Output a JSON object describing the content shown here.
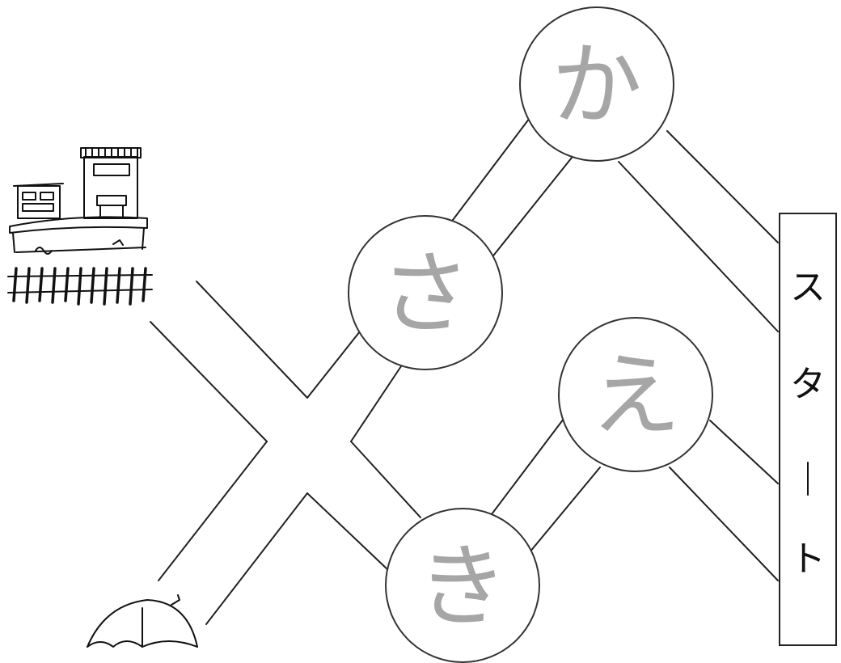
{
  "nodes": [
    {
      "id": "ka",
      "label": "か"
    },
    {
      "id": "sa",
      "label": "さ"
    },
    {
      "id": "e",
      "label": "え"
    },
    {
      "id": "ki",
      "label": "き"
    }
  ],
  "start": {
    "chars": [
      "ス",
      "タ",
      "ー",
      "ト"
    ]
  },
  "pictures": [
    "station-illustration",
    "umbrella-illustration"
  ],
  "colors": {
    "glyph": "#a6a6a6",
    "line": "#222222",
    "background": "#ffffff"
  }
}
